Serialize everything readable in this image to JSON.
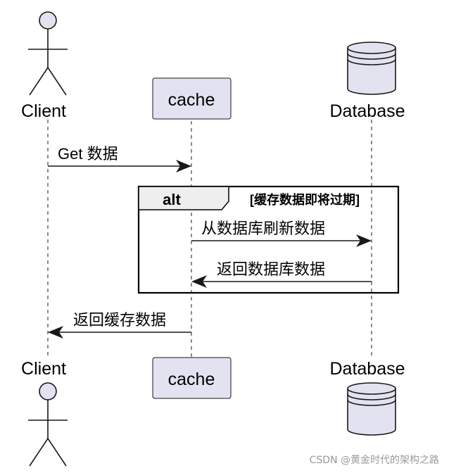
{
  "participants": {
    "client": {
      "label": "Client"
    },
    "cache": {
      "label": "cache"
    },
    "database": {
      "label": "Database"
    }
  },
  "messages": [
    {
      "from": "client",
      "to": "cache",
      "text": "Get 数据"
    },
    {
      "from": "cache",
      "to": "database",
      "text": "从数据库刷新数据"
    },
    {
      "from": "database",
      "to": "cache",
      "text": "返回数据库数据"
    },
    {
      "from": "cache",
      "to": "client",
      "text": "返回缓存数据"
    }
  ],
  "fragment": {
    "keyword": "alt",
    "condition": "[缓存数据即将过期]"
  },
  "watermark": "CSDN @黄金时代的架构之路",
  "colors": {
    "participant_fill": "#e2e2f0",
    "participant_stroke": "#181818",
    "fragment_header_fill": "#eeeeee",
    "line": "#181818",
    "lifeline": "#181818"
  }
}
